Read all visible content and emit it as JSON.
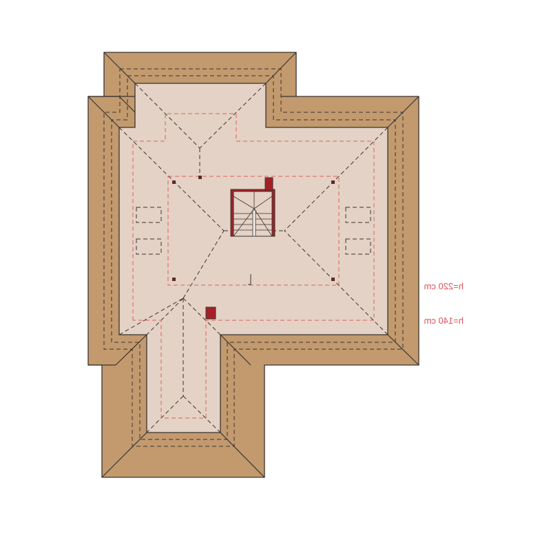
{
  "plan": {
    "title": "Roof / attic plan",
    "height_labels": [
      "h=220 cm",
      "h=140 cm"
    ],
    "colors": {
      "roof": "#c29a6e",
      "floor": "#e3d2c5",
      "outline": "#3a3330",
      "dashed_red": "#e06060",
      "chimney": "#a52025"
    }
  }
}
